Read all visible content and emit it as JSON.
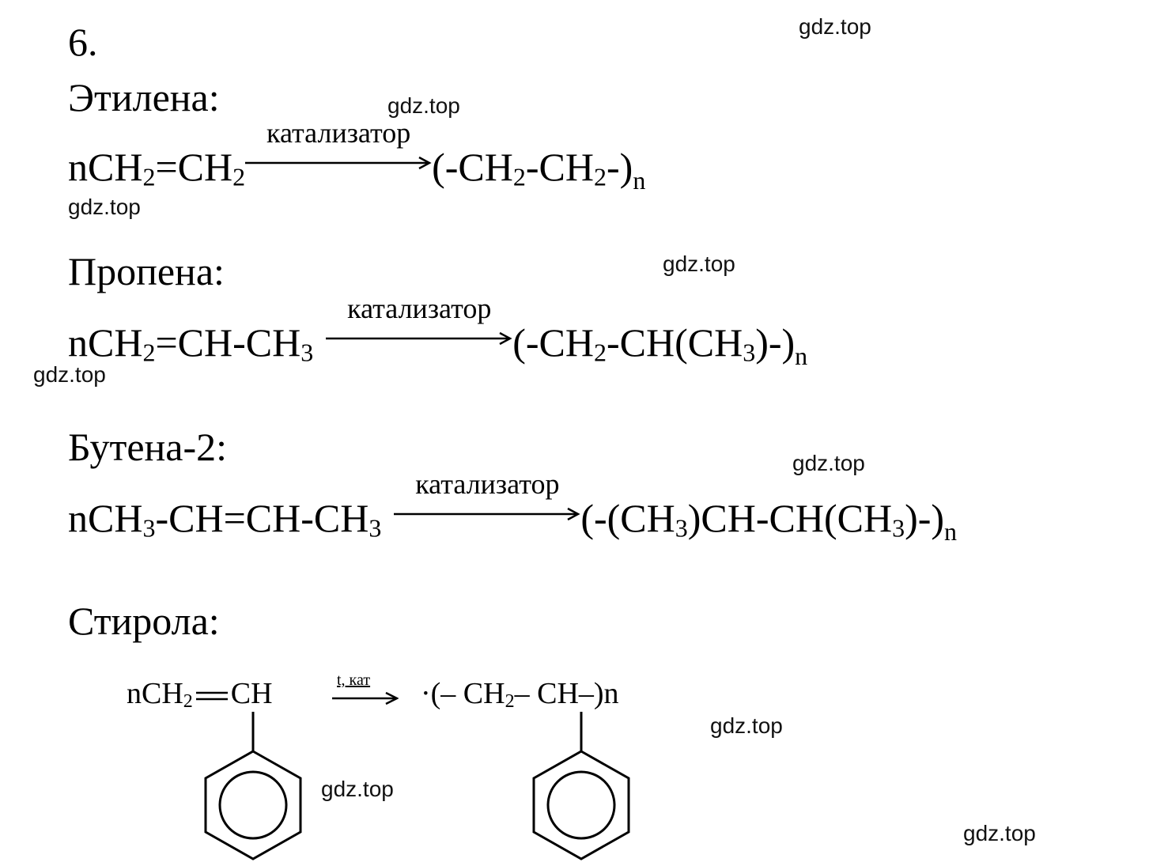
{
  "task_number": "6.",
  "catalyst": "катализатор",
  "watermark": "gdz.top",
  "ethylene": {
    "heading": "Этилена:",
    "reactant": [
      "nCH",
      "2",
      "=CH",
      "2"
    ],
    "product": [
      "(-CH",
      "2",
      "-CH",
      "2",
      "-)",
      "n"
    ]
  },
  "propene": {
    "heading": "Пропена:",
    "reactant": [
      "nCH",
      "2",
      "=CH-CH",
      "3"
    ],
    "product": [
      "(-CH",
      "2",
      "-CH(CH",
      "3",
      ")-)",
      "n"
    ]
  },
  "butene": {
    "heading": "Бутена-2:",
    "reactant": [
      "nCH",
      "3",
      "-CH=CH-CH",
      "3"
    ],
    "product": [
      "(-(CH",
      "3",
      ")CH-CH(CH",
      "3",
      ")-)",
      "n"
    ]
  },
  "styrene": {
    "heading": "Стирола:",
    "reactant": [
      "nCH",
      "2",
      "CH"
    ],
    "conditions": "t, кат",
    "product": [
      "·(– CH",
      "2",
      "– CH–)n"
    ]
  }
}
